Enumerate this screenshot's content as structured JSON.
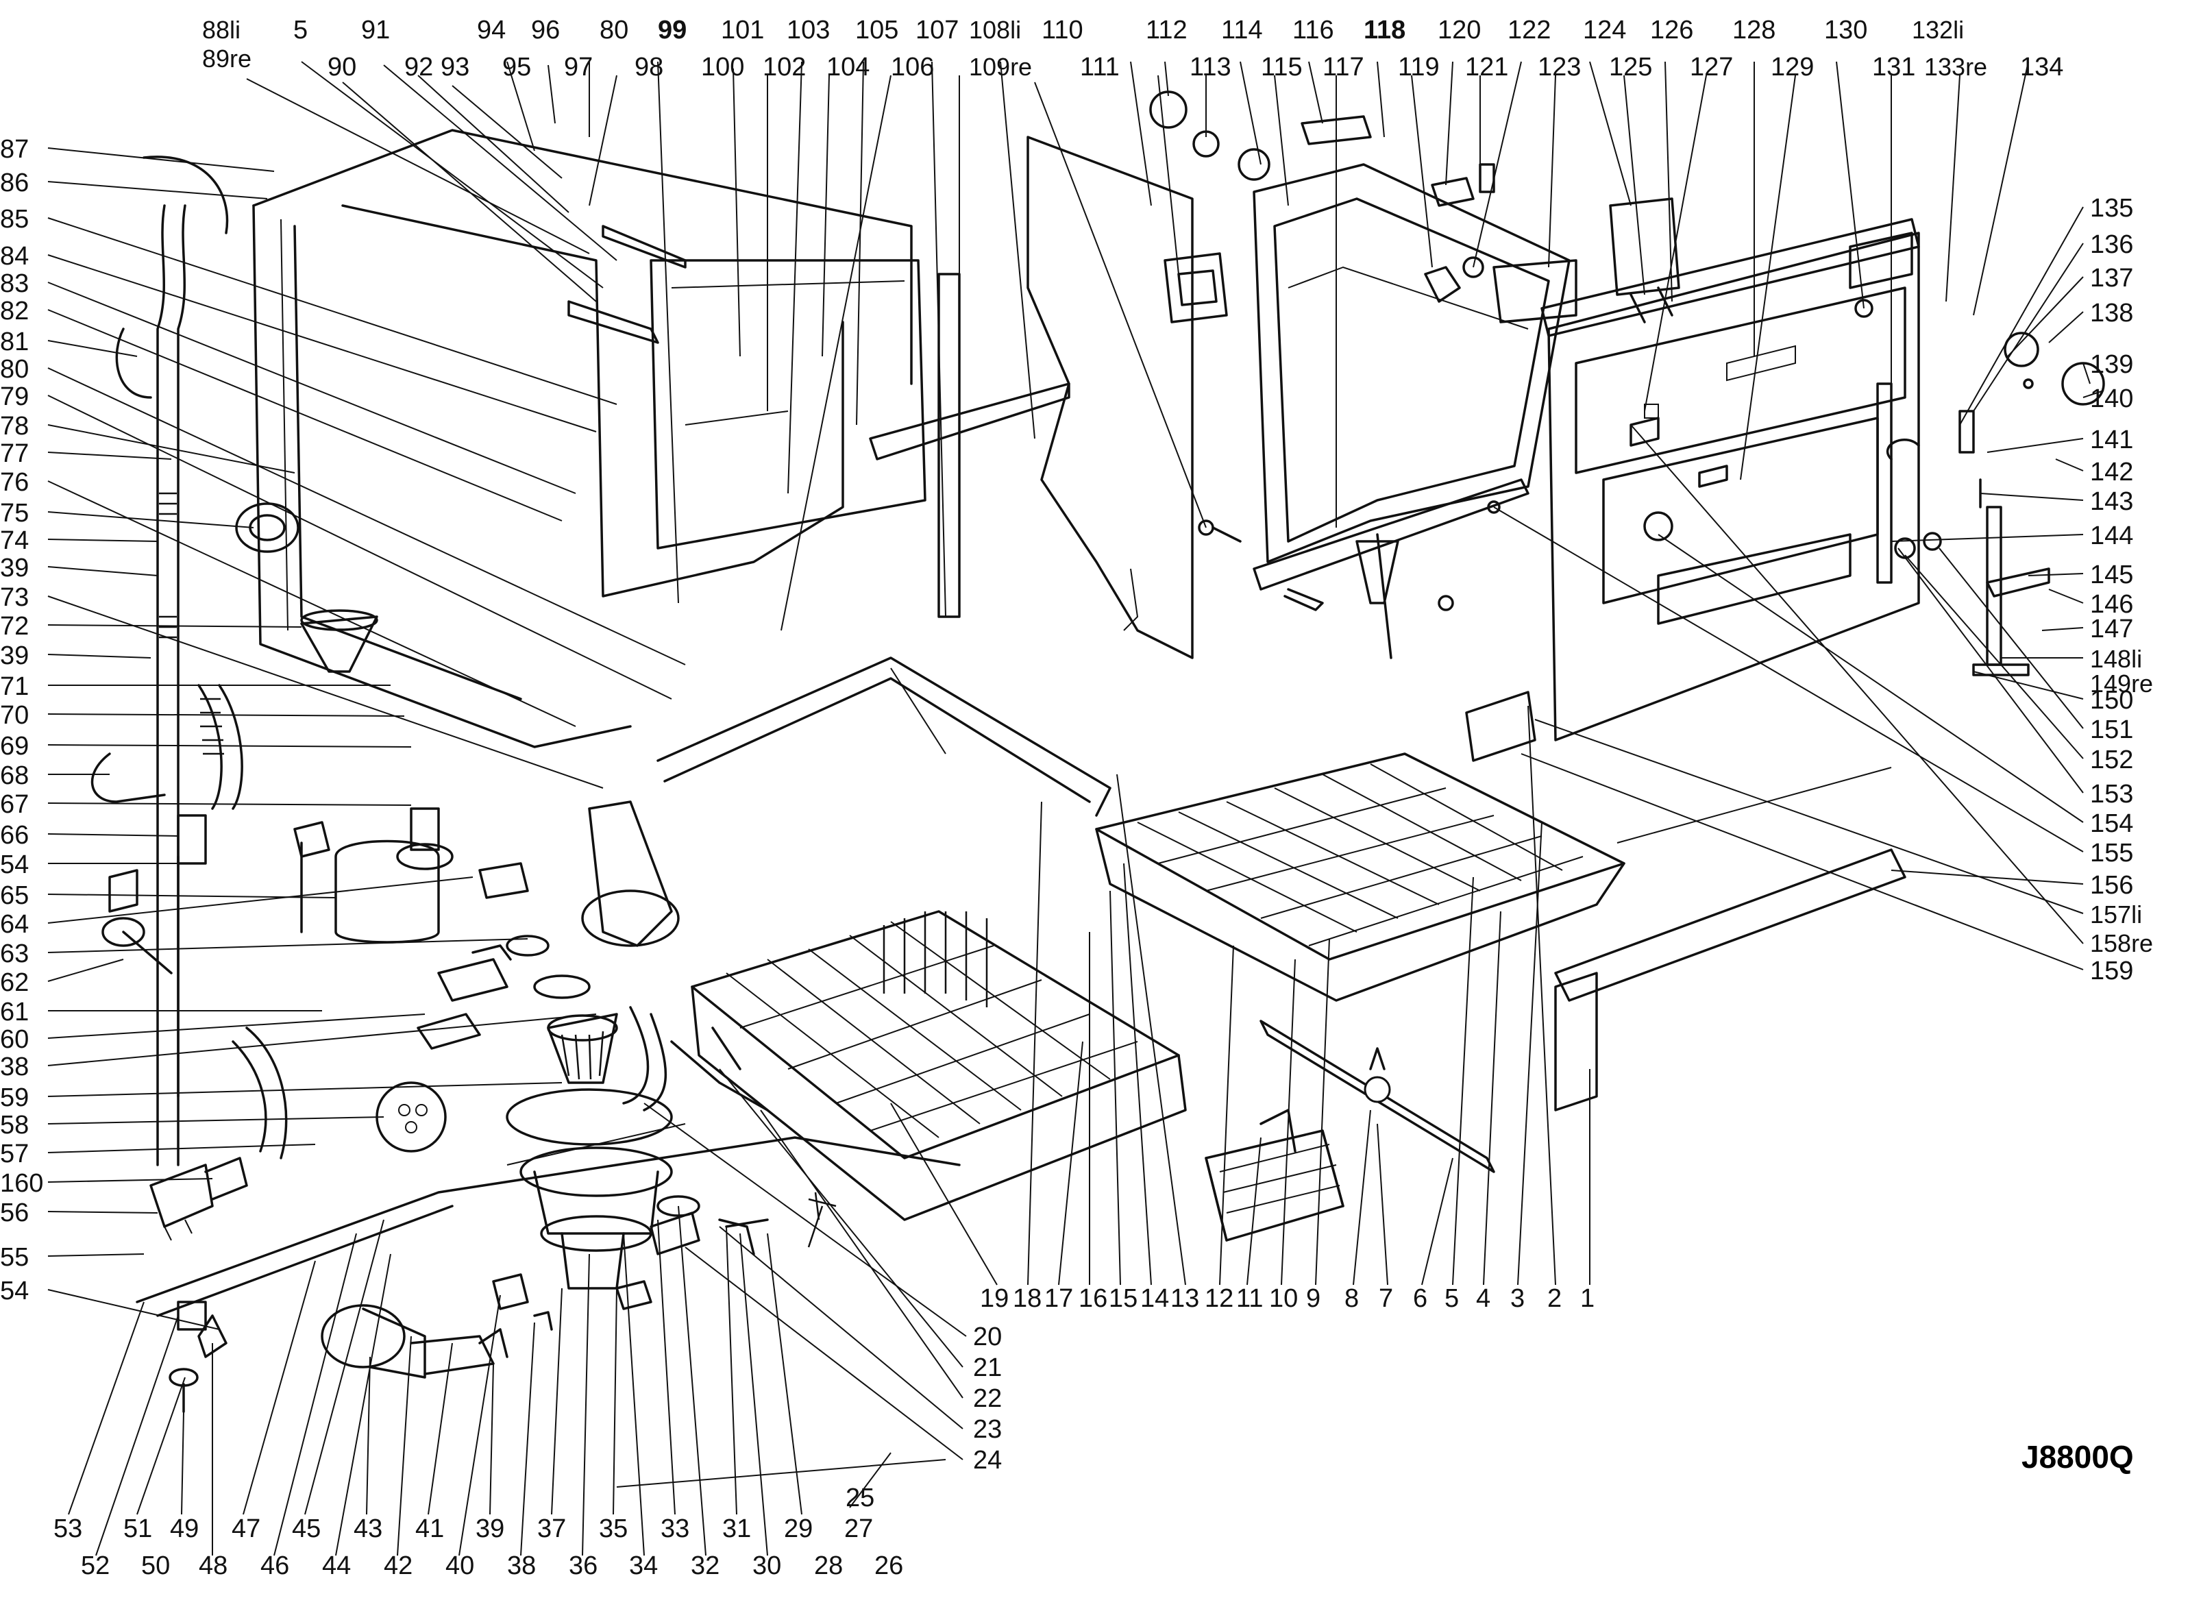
{
  "drawing_code": "J8800Q",
  "top_labels": [
    "88li",
    "89re",
    "5",
    "91",
    "90",
    "92",
    "93",
    "94",
    "95",
    "96",
    "97",
    "80",
    "99",
    "98",
    "101",
    "100",
    "103",
    "102",
    "105",
    "104",
    "107",
    "106",
    "108li",
    "109re",
    "110",
    "111",
    "112",
    "113",
    "114",
    "115",
    "116",
    "117",
    "118",
    "119",
    "120",
    "121",
    "122",
    "123",
    "124",
    "125",
    "126",
    "127",
    "128",
    "129",
    "130",
    "131",
    "132li",
    "133re",
    "134"
  ],
  "left_labels": [
    "87",
    "86",
    "85",
    "84",
    "83",
    "82",
    "81",
    "80",
    "79",
    "78",
    "77",
    "76",
    "75",
    "74",
    "39",
    "73",
    "72",
    "39",
    "71",
    "70",
    "69",
    "68",
    "67",
    "66",
    "54",
    "65",
    "64",
    "63",
    "62",
    "61",
    "60",
    "38",
    "59",
    "58",
    "57",
    "160",
    "56",
    "55",
    "54"
  ],
  "right_labels": [
    "135",
    "136",
    "137",
    "138",
    "139",
    "140",
    "141",
    "142",
    "143",
    "144",
    "145",
    "146",
    "147",
    "148li",
    "149re",
    "150",
    "151",
    "152",
    "153",
    "154",
    "155",
    "156",
    "157li",
    "158re",
    "159"
  ],
  "bottom_labels": [
    "53",
    "52",
    "51",
    "50",
    "49",
    "48",
    "47",
    "46",
    "45",
    "44",
    "43",
    "42",
    "41",
    "40",
    "39",
    "38",
    "37",
    "36",
    "35",
    "34",
    "33",
    "32",
    "31",
    "30",
    "29",
    "28",
    "27",
    "26",
    "25"
  ],
  "mid_bottom_labels": [
    "19",
    "18",
    "17",
    "16",
    "15",
    "14",
    "13",
    "12",
    "11",
    "10",
    "9",
    "8",
    "7",
    "6",
    "5",
    "4",
    "3",
    "2",
    "1",
    "20",
    "21",
    "22",
    "23",
    "24"
  ]
}
